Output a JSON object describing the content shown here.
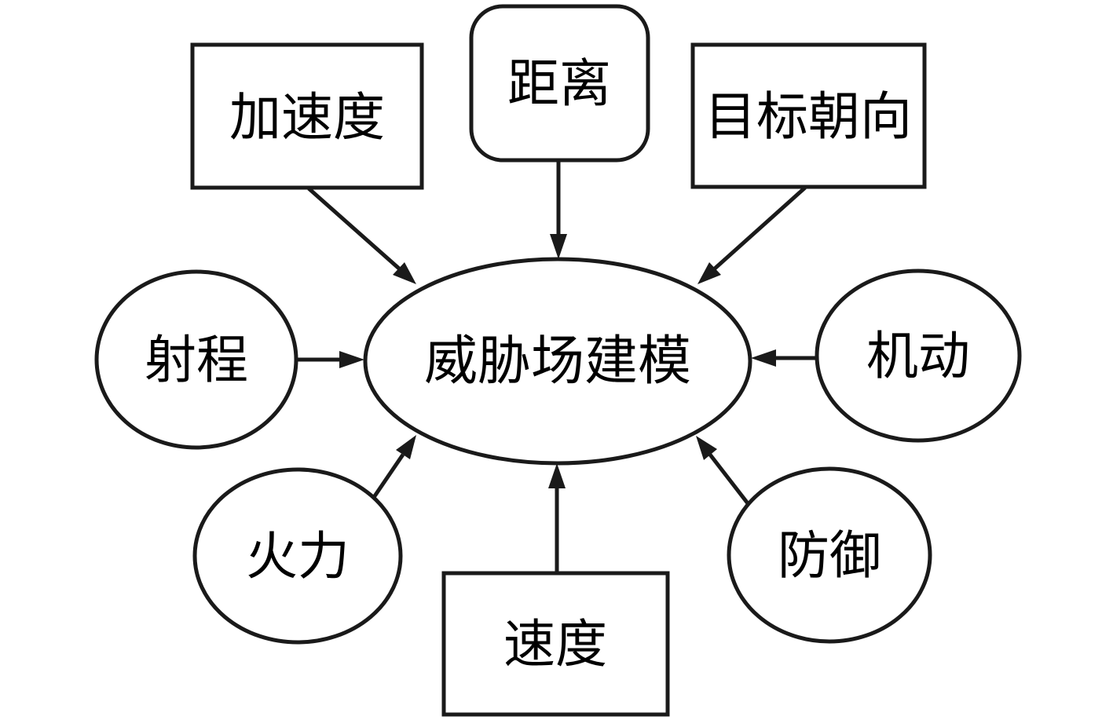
{
  "diagram": {
    "center_node": {
      "label": "威胁场建模",
      "shape": "ellipse"
    },
    "factor_nodes": [
      {
        "label": "加速度",
        "shape": "rectangle",
        "position": "top-left"
      },
      {
        "label": "距离",
        "shape": "rounded-rectangle",
        "position": "top-center"
      },
      {
        "label": "目标朝向",
        "shape": "rectangle",
        "position": "top-right"
      },
      {
        "label": "射程",
        "shape": "ellipse",
        "position": "middle-left"
      },
      {
        "label": "机动",
        "shape": "ellipse",
        "position": "middle-right"
      },
      {
        "label": "火力",
        "shape": "ellipse",
        "position": "bottom-left"
      },
      {
        "label": "速度",
        "shape": "rectangle",
        "position": "bottom-center"
      },
      {
        "label": "防御",
        "shape": "ellipse",
        "position": "bottom-right"
      }
    ],
    "edges": [
      {
        "from": "加速度",
        "to": "威胁场建模"
      },
      {
        "from": "距离",
        "to": "威胁场建模"
      },
      {
        "from": "目标朝向",
        "to": "威胁场建模"
      },
      {
        "from": "射程",
        "to": "威胁场建模"
      },
      {
        "from": "机动",
        "to": "威胁场建模"
      },
      {
        "from": "火力",
        "to": "威胁场建模"
      },
      {
        "from": "速度",
        "to": "威胁场建模"
      },
      {
        "from": "防御",
        "to": "威胁场建模"
      }
    ],
    "colors": {
      "stroke": "#1a1a1a",
      "fill": "#ffffff",
      "text": "#000000"
    }
  }
}
